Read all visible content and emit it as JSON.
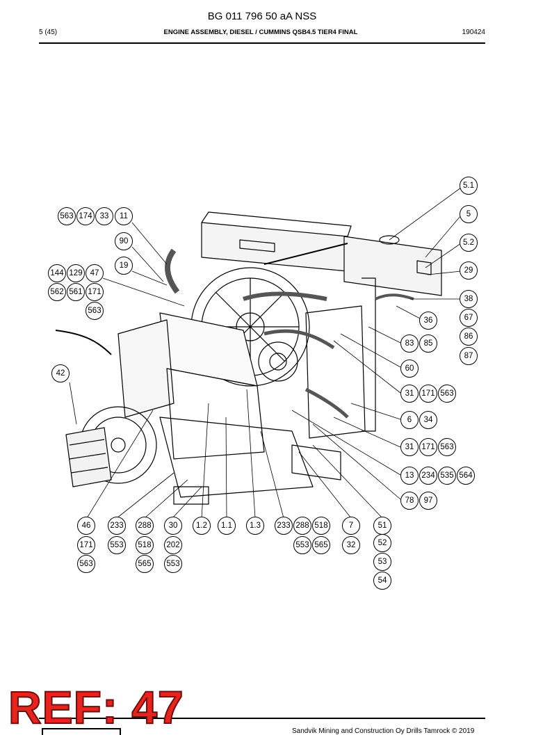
{
  "header": {
    "document_number": "BG 011 796 50 aA NSS",
    "page": "5 (45)",
    "section_title": "ENGINE ASSEMBLY, DIESEL / CUMMINS QSB4.5 TIER4 FINAL",
    "date": "190424"
  },
  "figure": {
    "alt": "Engine assembly line drawing"
  },
  "callouts": {
    "c5_1": "5.1",
    "c5": "5",
    "c5_2": "5.2",
    "c29": "29",
    "c38": "38",
    "c36": "36",
    "c67": "67",
    "c86": "86",
    "c87": "87",
    "c83": "83",
    "c85": "85",
    "c60": "60",
    "c31a": "31",
    "c171a": "171",
    "c563a": "563",
    "c6": "6",
    "c34": "34",
    "c31b": "31",
    "c171b": "171",
    "c563b": "563",
    "c13": "13",
    "c234": "234",
    "c535": "535",
    "c564": "564",
    "c78": "78",
    "c97": "97",
    "c563t": "563",
    "c174": "174",
    "c33": "33",
    "c11": "11",
    "c90": "90",
    "c19": "19",
    "c144": "144",
    "c129": "129",
    "c47": "47",
    "c562": "562",
    "c561": "561",
    "c171l": "171",
    "c563l": "563",
    "c42": "42",
    "c46": "46",
    "c171bt": "171",
    "c563bt": "563",
    "c233a": "233",
    "c553a": "553",
    "c288a": "288",
    "c518a": "518",
    "c565a": "565",
    "c30": "30",
    "c202": "202",
    "c553b": "553",
    "c1_2": "1.2",
    "c1_1": "1.1",
    "c1_3": "1.3",
    "c233b": "233",
    "c288b": "288",
    "c518b": "518",
    "c553c": "553",
    "c565b": "565",
    "c7": "7",
    "c32": "32",
    "c51": "51",
    "c52": "52",
    "c53": "53",
    "c54": "54"
  },
  "footer": {
    "copyright": "Sandvik Mining and Construction Oy Drills Tamrock © 2019",
    "ref_stamp": "REF: 47"
  }
}
